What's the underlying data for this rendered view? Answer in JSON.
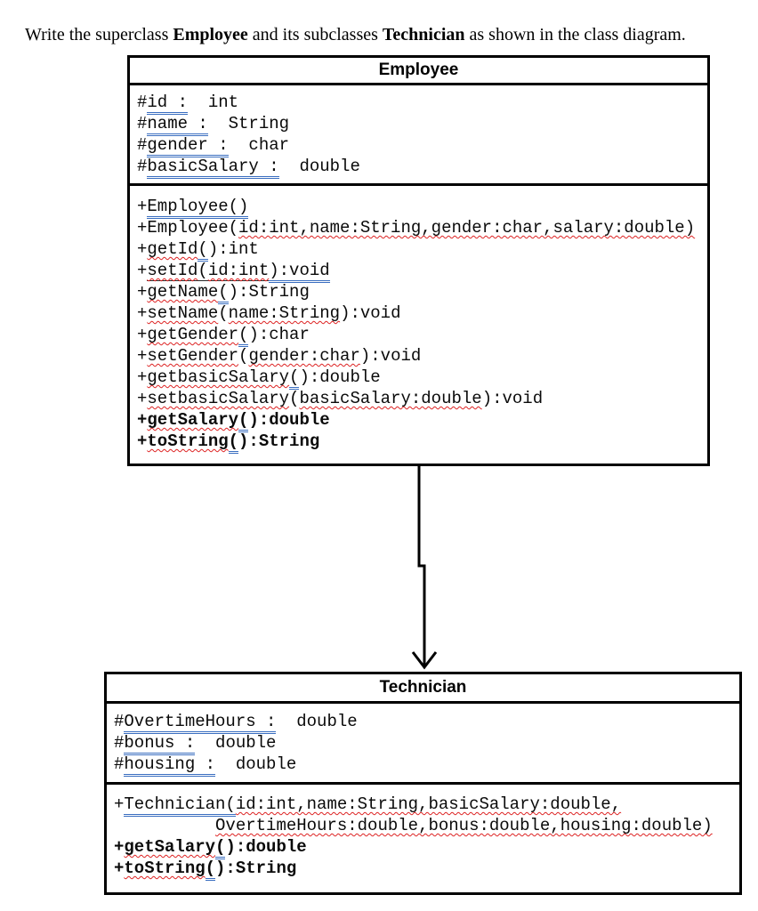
{
  "instruction": {
    "segments": [
      {
        "t": "Write the superclass "
      },
      {
        "t": "Employee",
        "b": true
      },
      {
        "t": " and its subclasses "
      },
      {
        "t": "Technician",
        "b": true
      },
      {
        "t": " as shown in the class diagram."
      }
    ]
  },
  "colors": {
    "spellcheck_red": "#DD2222",
    "grammar_blue": "#3A6EC0",
    "diagram_black": "#000000"
  },
  "employee": {
    "name": "Employee",
    "attributes": [
      {
        "segments": [
          {
            "t": "#"
          },
          {
            "t": "id :",
            "s": "blue"
          },
          {
            "t": "  int"
          }
        ]
      },
      {
        "segments": [
          {
            "t": "#"
          },
          {
            "t": "name :",
            "s": "blue"
          },
          {
            "t": "  String"
          }
        ]
      },
      {
        "segments": [
          {
            "t": "#"
          },
          {
            "t": "gender :",
            "s": "blue"
          },
          {
            "t": "  char"
          }
        ]
      },
      {
        "segments": [
          {
            "t": "#"
          },
          {
            "t": "basicSalary :",
            "s": "blue"
          },
          {
            "t": "  double"
          }
        ]
      }
    ],
    "methods": [
      {
        "segments": [
          {
            "t": "+"
          },
          {
            "t": "Employee()",
            "s": "blue"
          }
        ]
      },
      {
        "segments": [
          {
            "t": "+Employee("
          },
          {
            "t": "id:int,name:String,gender:char,salary:double)",
            "s": "red"
          }
        ]
      },
      {
        "segments": [
          {
            "t": "+"
          },
          {
            "t": "getId",
            "s": "red"
          },
          {
            "t": "(",
            "s": "blue"
          },
          {
            "t": "):int"
          }
        ]
      },
      {
        "segments": [
          {
            "t": "+"
          },
          {
            "t": "setId",
            "s": "solid-red"
          },
          {
            "t": "(",
            "s": "solid"
          },
          {
            "t": "id:int",
            "s": "solid-red"
          },
          {
            "t": "):void",
            "s": "blue"
          }
        ]
      },
      {
        "segments": [
          {
            "t": "+"
          },
          {
            "t": "getName",
            "s": "red"
          },
          {
            "t": "(",
            "s": "blue"
          },
          {
            "t": "):String"
          }
        ]
      },
      {
        "segments": [
          {
            "t": "+"
          },
          {
            "t": "setName",
            "s": "red"
          },
          {
            "t": "("
          },
          {
            "t": "name:String",
            "s": "red"
          },
          {
            "t": "):void"
          }
        ]
      },
      {
        "segments": [
          {
            "t": "+"
          },
          {
            "t": "getGender",
            "s": "red"
          },
          {
            "t": "(",
            "s": "blue"
          },
          {
            "t": "):char"
          }
        ]
      },
      {
        "segments": [
          {
            "t": "+"
          },
          {
            "t": "setGender",
            "s": "red"
          },
          {
            "t": "("
          },
          {
            "t": "gender:char",
            "s": "red"
          },
          {
            "t": "):void"
          }
        ]
      },
      {
        "segments": [
          {
            "t": "+"
          },
          {
            "t": "getbasicSalary",
            "s": "red"
          },
          {
            "t": "(",
            "s": "blue"
          },
          {
            "t": "):double"
          }
        ]
      },
      {
        "segments": [
          {
            "t": "+"
          },
          {
            "t": "setbasicSalary",
            "s": "red"
          },
          {
            "t": "("
          },
          {
            "t": "basicSalary:double",
            "s": "red"
          },
          {
            "t": "):void"
          }
        ]
      },
      {
        "bold": true,
        "segments": [
          {
            "t": "+"
          },
          {
            "t": "getSalary",
            "s": "red"
          },
          {
            "t": "(",
            "s": "blue"
          },
          {
            "t": "):double"
          }
        ]
      },
      {
        "bold": true,
        "segments": [
          {
            "t": "+"
          },
          {
            "t": "toString",
            "s": "red"
          },
          {
            "t": "(",
            "s": "blue"
          },
          {
            "t": "):String"
          }
        ]
      }
    ]
  },
  "technician": {
    "name": "Technician",
    "attributes": [
      {
        "segments": [
          {
            "t": "#"
          },
          {
            "t": "OvertimeHours :",
            "s": "blue"
          },
          {
            "t": "  double"
          }
        ]
      },
      {
        "segments": [
          {
            "t": "#"
          },
          {
            "t": "bonus :",
            "s": "blue"
          },
          {
            "t": "  double"
          }
        ]
      },
      {
        "segments": [
          {
            "t": "#"
          },
          {
            "t": "housing :",
            "s": "blue"
          },
          {
            "t": "  double"
          }
        ]
      }
    ],
    "methods": [
      {
        "segments": [
          {
            "t": "+"
          },
          {
            "t": "Technician(",
            "s": "blue"
          },
          {
            "t": "id:int,name:String,basicSalary:double,",
            "s": "red"
          }
        ]
      },
      {
        "segments": [
          {
            "t": "          "
          },
          {
            "t": "OvertimeHours:double,bonus:double,housing:double)",
            "s": "red"
          }
        ]
      },
      {
        "bold": true,
        "segments": [
          {
            "t": "+"
          },
          {
            "t": "getSalary",
            "s": "red"
          },
          {
            "t": "(",
            "s": "blue"
          },
          {
            "t": "):double"
          }
        ]
      },
      {
        "bold": true,
        "segments": [
          {
            "t": "+"
          },
          {
            "t": "toString",
            "s": "red"
          },
          {
            "t": "(",
            "s": "blue"
          },
          {
            "t": "):String"
          }
        ]
      }
    ]
  },
  "arrow": {
    "type": "inheritance",
    "direction": "down",
    "from": "Employee",
    "to": "Technician"
  }
}
